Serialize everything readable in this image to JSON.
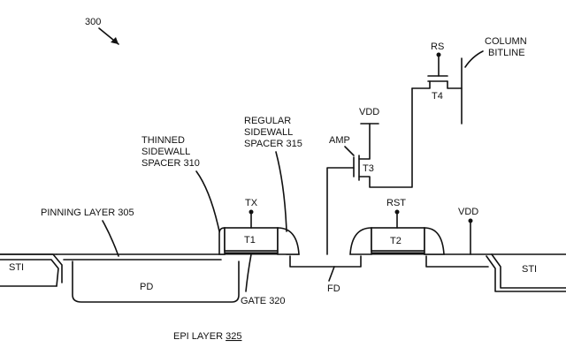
{
  "figure_number": "300",
  "labels": {
    "sti_left": "STI",
    "sti_right": "STI",
    "pd": "PD",
    "fd": "FD",
    "pinning_layer": "PINNING LAYER 305",
    "thinned_spacer": [
      "THINNED",
      "SIDEWALL",
      "SPACER 310"
    ],
    "regular_spacer": [
      "REGULAR",
      "SIDEWALL",
      "SPACER 315"
    ],
    "gate": "GATE 320",
    "epi_layer_text": "EPI LAYER",
    "epi_layer_number": "325",
    "tx": "TX",
    "t1": "T1",
    "rst": "RST",
    "t2": "T2",
    "vdd_right": "VDD",
    "vdd_amp": "VDD",
    "amp": "AMP",
    "t3": "T3",
    "rs": "RS",
    "t4": "T4",
    "column_bitline": [
      "COLUMN",
      "BITLINE"
    ]
  }
}
